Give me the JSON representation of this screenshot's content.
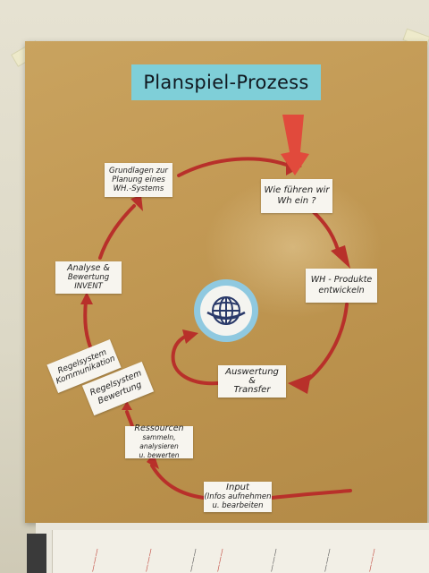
{
  "poster": {
    "title": "Planspiel-Prozess",
    "cards": {
      "grundlagen": [
        "Grundlagen zur",
        "Planung eines",
        "WH.-Systems"
      ],
      "wie_fuehren": [
        "Wie führen wir",
        "Wh ein ?"
      ],
      "produkte": [
        "WH - Produkte",
        "entwickeln"
      ],
      "auswertung": [
        "Auswertung",
        "&",
        "Transfer"
      ],
      "input": [
        "Input",
        "(Infos aufnehmen",
        "u. bearbeiten"
      ],
      "ressourcen": [
        "Ressourcen",
        "sammeln, analysieren",
        "u. bewerten"
      ],
      "regel_bewertung": [
        "Regelsystem",
        "Bewertung"
      ],
      "regel_kommunikation": [
        "Regelsystem",
        "Kommunikation"
      ],
      "analyse": [
        "Analyse &",
        "Bewertung",
        "INVENT"
      ]
    },
    "icons": {
      "center": "globe-icon"
    },
    "colors": {
      "paper": "#c39a55",
      "arrow": "#b8302a",
      "title_bg": "#7fcfd8"
    }
  }
}
